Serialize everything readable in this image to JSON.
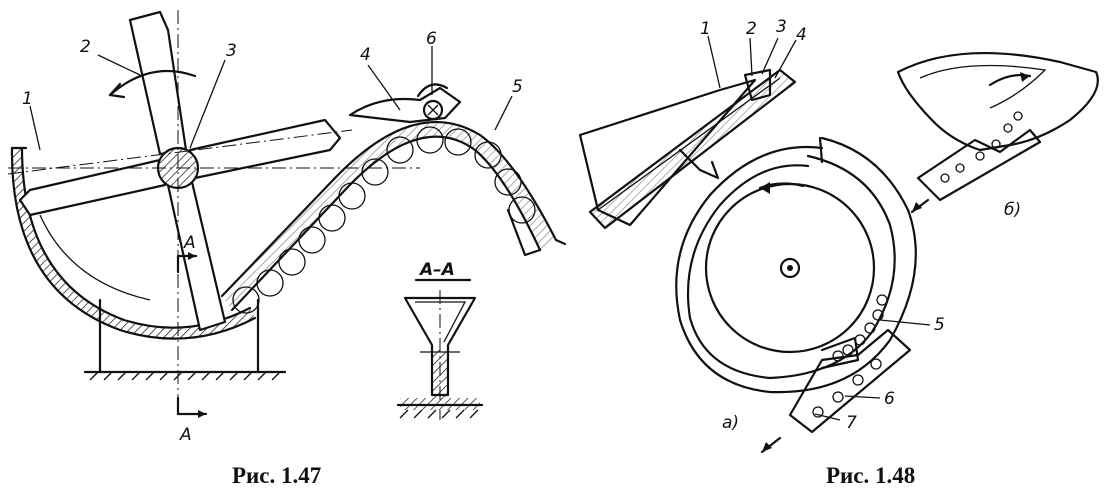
{
  "figure_47": {
    "caption": "Рис. 1.47",
    "labels": {
      "l1": "1",
      "l2": "2",
      "l3": "3",
      "l4": "4",
      "l5": "5",
      "l6": "6"
    },
    "section_marker": "A",
    "section_title": "A–A"
  },
  "figure_48": {
    "caption": "Рис. 1.48",
    "labels": {
      "l1": "1",
      "l2": "2",
      "l3": "3",
      "l4": "4",
      "l5": "5",
      "l6": "6",
      "l7": "7"
    },
    "subfig_a": "а)",
    "subfig_b": "б)"
  }
}
